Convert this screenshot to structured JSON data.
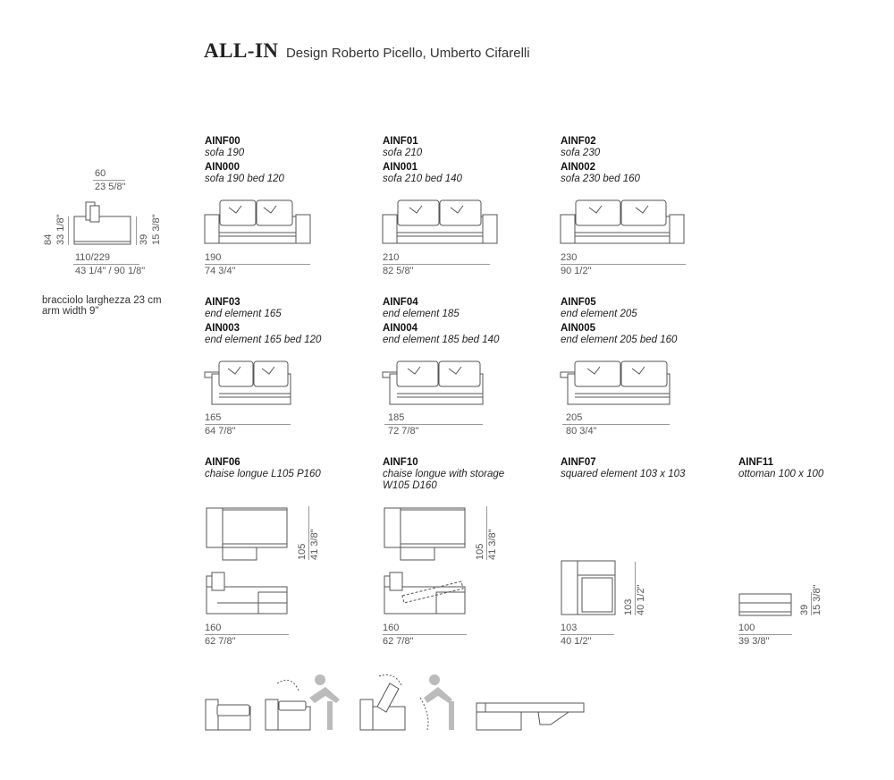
{
  "header": {
    "brand": "ALL-IN",
    "designer": "Design Roberto Picello, Umberto Cifarelli"
  },
  "side": {
    "depth": "60",
    "depth_in": "23 5/8\"",
    "height": "84",
    "height_in": "33 1/8\"",
    "seat_height": "39",
    "seat_height_in": "15 3/8\"",
    "length": "110/229",
    "length_in": "43 1/4\" / 90 1/8\"",
    "note_line1": "bracciolo larghezza 23 cm",
    "note_line2": "arm width 9\""
  },
  "items": [
    {
      "code": "AINF00",
      "desc": "sofa 190",
      "code2": "AIN000",
      "desc2": "sofa 190 bed 120",
      "dim": "190",
      "dim_in": "74 3/4\""
    },
    {
      "code": "AINF01",
      "desc": "sofa 210",
      "code2": "AIN001",
      "desc2": "sofa 210 bed 140",
      "dim": "210",
      "dim_in": "82 5/8\""
    },
    {
      "code": "AINF02",
      "desc": "sofa 230",
      "code2": "AIN002",
      "desc2": "sofa 230 bed 160",
      "dim": "230",
      "dim_in": "90 1/2\""
    },
    {
      "code": "AINF03",
      "desc": "end element 165",
      "code2": "AIN003",
      "desc2": "end element 165 bed 120",
      "dim": "165",
      "dim_in": "64 7/8\""
    },
    {
      "code": "AINF04",
      "desc": "end element 185",
      "code2": "AIN004",
      "desc2": "end element 185 bed 140",
      "dim": "185",
      "dim_in": "72 7/8\""
    },
    {
      "code": "AINF05",
      "desc": "end element 205",
      "code2": "AIN005",
      "desc2": "end element 205 bed 160",
      "dim": "205",
      "dim_in": "80 3/4\""
    },
    {
      "code": "AINF06",
      "desc": "chaise longue L105 P160",
      "dim": "160",
      "dim_in": "62 7/8\"",
      "vdim": "105",
      "vdim_in": "41 3/8\""
    },
    {
      "code": "AINF10",
      "desc": "chaise longue with storage",
      "desc_line2": "W105 D160",
      "dim": "160",
      "dim_in": "62 7/8\"",
      "vdim": "105",
      "vdim_in": "41 3/8\""
    },
    {
      "code": "AINF07",
      "desc": "squared element 103 x 103",
      "dim": "103",
      "dim_in": "40 1/2\"",
      "vdim": "103",
      "vdim_in": "40 1/2\""
    },
    {
      "code": "AINF11",
      "desc": "ottoman 100 x 100",
      "dim": "100",
      "dim_in": "39 3/8\"",
      "vdim": "39",
      "vdim_in": "15 3/8\""
    }
  ]
}
